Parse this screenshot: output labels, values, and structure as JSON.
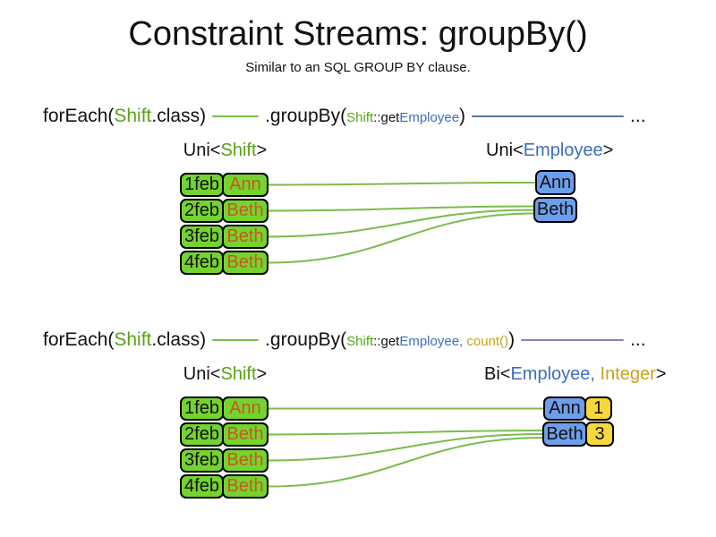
{
  "title": "Constraint Streams: groupBy()",
  "subtitle": "Similar to an SQL GROUP BY clause.",
  "colors": {
    "green_fill": "#74d32f",
    "blue_fill": "#6d9eeb",
    "yellow_fill": "#f6d83c",
    "green_text": "#56a316",
    "blue_text": "#3c6fba",
    "gold_text": "#c9a11c",
    "orange_text": "#c65a1e",
    "black_text": "#111111",
    "green_line": "#79bd4c",
    "blue_line": "#56789f",
    "purple_line": "#8e7cc3"
  },
  "sections": [
    {
      "name": "groupby-employee",
      "code": [
        {
          "t": "forEach(",
          "c": "black_text",
          "s": "lg"
        },
        {
          "t": "Shift",
          "c": "green_text",
          "s": "lg"
        },
        {
          "t": ".class)",
          "c": "black_text",
          "s": "lg"
        },
        {
          "line": "green_line"
        },
        {
          "t": ".groupBy(",
          "c": "black_text",
          "s": "lg"
        },
        {
          "t": "Shift",
          "c": "green_text",
          "s": "sm"
        },
        {
          "t": "::get",
          "c": "black_text",
          "s": "sm"
        },
        {
          "t": "Employee",
          "c": "blue_text",
          "s": "sm"
        },
        {
          "t": ")",
          "c": "black_text",
          "s": "lg"
        },
        {
          "line": "blue_line"
        },
        {
          "t": "...",
          "c": "black_text",
          "s": "lg"
        }
      ],
      "source_type": [
        {
          "t": "Uni<",
          "c": "black_text"
        },
        {
          "t": "Shift",
          "c": "green_text"
        },
        {
          "t": ">",
          "c": "black_text"
        }
      ],
      "result_type": [
        {
          "t": "Uni<",
          "c": "black_text"
        },
        {
          "t": "Employee",
          "c": "blue_text"
        },
        {
          "t": ">",
          "c": "black_text"
        }
      ],
      "rows": [
        {
          "date": "1feb",
          "employee": "Ann"
        },
        {
          "date": "2feb",
          "employee": "Beth"
        },
        {
          "date": "3feb",
          "employee": "Beth"
        },
        {
          "date": "4feb",
          "employee": "Beth"
        }
      ],
      "groups": [
        {
          "label": "Ann"
        },
        {
          "label": "Beth"
        }
      ],
      "connections": [
        {
          "row": 0,
          "group": 0
        },
        {
          "row": 1,
          "group": 1
        },
        {
          "row": 2,
          "group": 1
        },
        {
          "row": 3,
          "group": 1
        }
      ]
    },
    {
      "name": "groupby-employee-count",
      "code": [
        {
          "t": "forEach(",
          "c": "black_text",
          "s": "lg"
        },
        {
          "t": "Shift",
          "c": "green_text",
          "s": "lg"
        },
        {
          "t": ".class)",
          "c": "black_text",
          "s": "lg"
        },
        {
          "line": "green_line"
        },
        {
          "t": ".groupBy(",
          "c": "black_text",
          "s": "lg"
        },
        {
          "t": "Shift",
          "c": "green_text",
          "s": "sm"
        },
        {
          "t": "::get",
          "c": "black_text",
          "s": "sm"
        },
        {
          "t": "Employee",
          "c": "blue_text",
          "s": "sm"
        },
        {
          "t": ", ",
          "c": "blue_text",
          "s": "sm"
        },
        {
          "t": "count()",
          "c": "gold_text",
          "s": "sm"
        },
        {
          "t": ")",
          "c": "black_text",
          "s": "lg"
        },
        {
          "line": "purple_line"
        },
        {
          "t": "...",
          "c": "black_text",
          "s": "lg"
        }
      ],
      "source_type": [
        {
          "t": "Uni<",
          "c": "black_text"
        },
        {
          "t": "Shift",
          "c": "green_text"
        },
        {
          "t": ">",
          "c": "black_text"
        }
      ],
      "result_type": [
        {
          "t": "Bi<",
          "c": "black_text"
        },
        {
          "t": "Employee",
          "c": "blue_text"
        },
        {
          "t": ", ",
          "c": "blue_text"
        },
        {
          "t": "Integer",
          "c": "gold_text"
        },
        {
          "t": ">",
          "c": "black_text"
        }
      ],
      "rows": [
        {
          "date": "1feb",
          "employee": "Ann"
        },
        {
          "date": "2feb",
          "employee": "Beth"
        },
        {
          "date": "3feb",
          "employee": "Beth"
        },
        {
          "date": "4feb",
          "employee": "Beth"
        }
      ],
      "groups": [
        {
          "label": "Ann",
          "count": "1"
        },
        {
          "label": "Beth",
          "count": "3"
        }
      ],
      "connections": [
        {
          "row": 0,
          "group": 0
        },
        {
          "row": 1,
          "group": 1
        },
        {
          "row": 2,
          "group": 1
        },
        {
          "row": 3,
          "group": 1
        }
      ]
    }
  ]
}
